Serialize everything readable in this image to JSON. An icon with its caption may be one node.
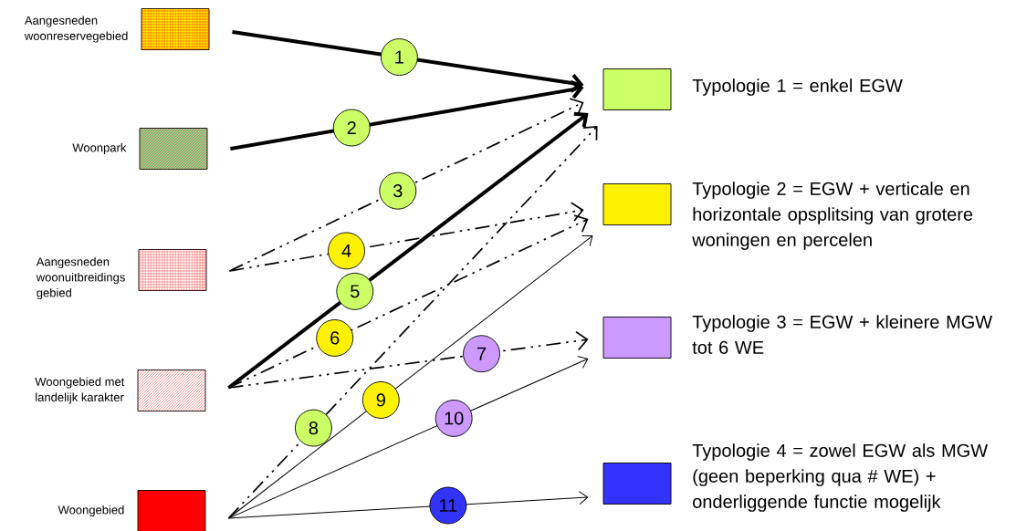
{
  "diagram": {
    "nodes": [
      {
        "text": [
          "Aangesneden woonreservegebied"
        ]
      },
      {
        "text": [
          "Woonpark"
        ]
      },
      {
        "text": [
          "Aangesneden woonuitbreidings gebied"
        ]
      },
      {
        "text": [
          "Woongebied met landelijk karakter"
        ]
      },
      {
        "text": [
          "Woongebied"
        ]
      },
      {
        "text": [
          "Typologie 1 = enkel EGW"
        ]
      },
      {
        "text": [
          "Typologie 2 = EGW + verticale en horizontale opsplitsing van grotere woningen en percelen"
        ]
      },
      {
        "text": [
          "Typologie 3 = EGW + kleinere MGW tot 6 WE"
        ]
      },
      {
        "text": [
          "Typologie 4 = zowel EGW als MGW (geen beperking qua # WE) + onderliggende functie mogelijk"
        ]
      }
    ],
    "edges": [
      {
        "from": 0,
        "to": 5,
        "arrow": "to",
        "label": "1",
        "style": "thick"
      },
      {
        "from": 1,
        "to": 5,
        "arrow": "to",
        "label": "2",
        "style": "thick"
      },
      {
        "from": 2,
        "to": 5,
        "arrow": "to",
        "label": "3",
        "style": "dashed"
      },
      {
        "from": 2,
        "to": 6,
        "arrow": "to",
        "label": "4",
        "style": "dashed"
      },
      {
        "from": 3,
        "to": 5,
        "arrow": "to",
        "label": "5",
        "style": "thick"
      },
      {
        "from": 3,
        "to": 6,
        "arrow": "to",
        "label": "6",
        "style": "dashed"
      },
      {
        "from": 3,
        "to": 7,
        "arrow": "to",
        "label": "7",
        "style": "dashed"
      },
      {
        "from": 4,
        "to": 5,
        "arrow": "to",
        "label": "8",
        "style": "dashed"
      },
      {
        "from": 4,
        "to": 6,
        "arrow": "to",
        "label": "9"
      },
      {
        "from": 4,
        "to": 7,
        "arrow": "to",
        "label": "10"
      },
      {
        "from": 4,
        "to": 8,
        "arrow": "to",
        "label": "11"
      }
    ]
  }
}
